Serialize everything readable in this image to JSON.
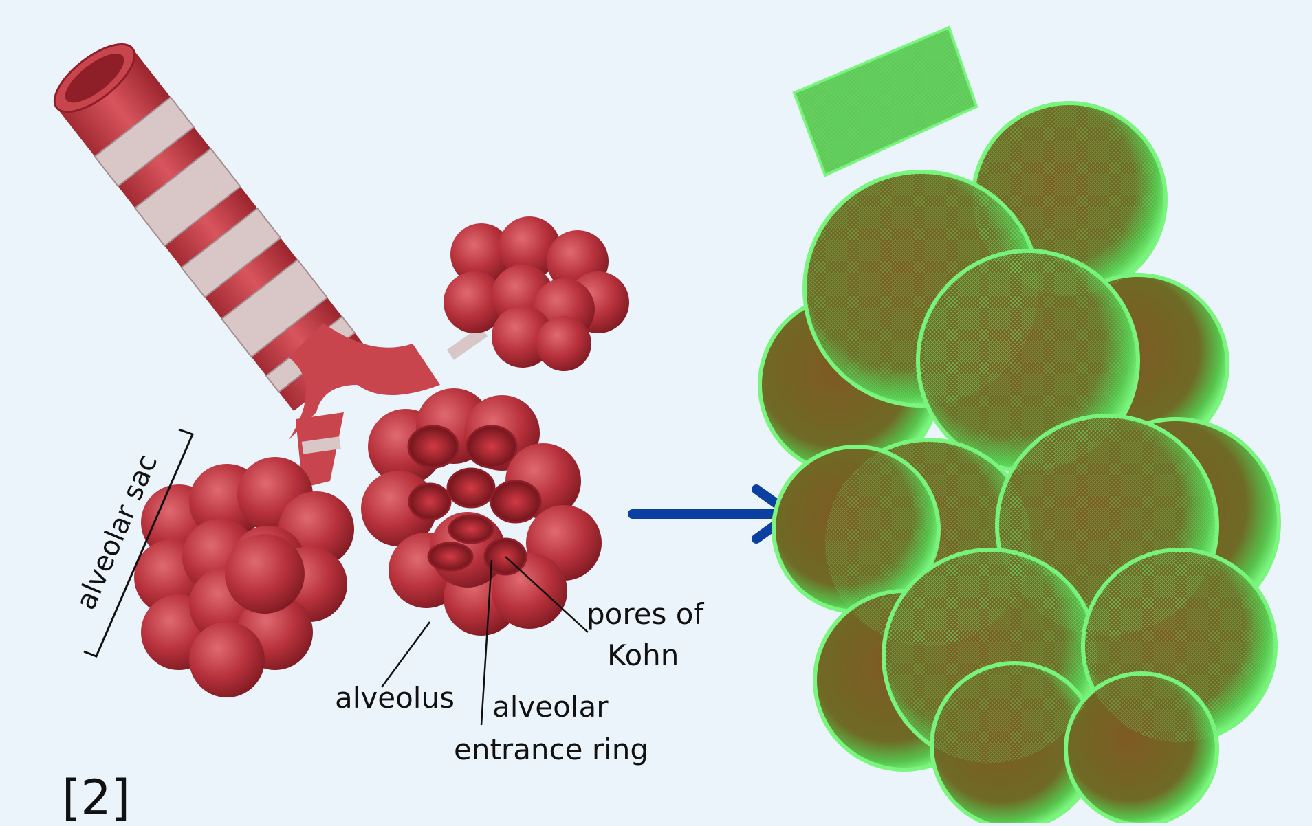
{
  "labels": {
    "sac": "alveolar sac",
    "pores_line1": "pores of",
    "pores_line2": "Kohn",
    "alveolus": "alveolus",
    "ring_line1": "alveolar",
    "ring_line2": "entrance ring",
    "citation": "[2]"
  },
  "colors": {
    "background": "#ebf4fa",
    "tissue": "#c8454d",
    "tissue_dark": "#8e1f28",
    "cartilage": "#d9c7c8",
    "arrow": "#0b3fa0",
    "mesh_green": "#5fea6a",
    "mesh_core": "#8a5a1c"
  },
  "icons": {
    "arrow": "right-arrow-icon"
  }
}
